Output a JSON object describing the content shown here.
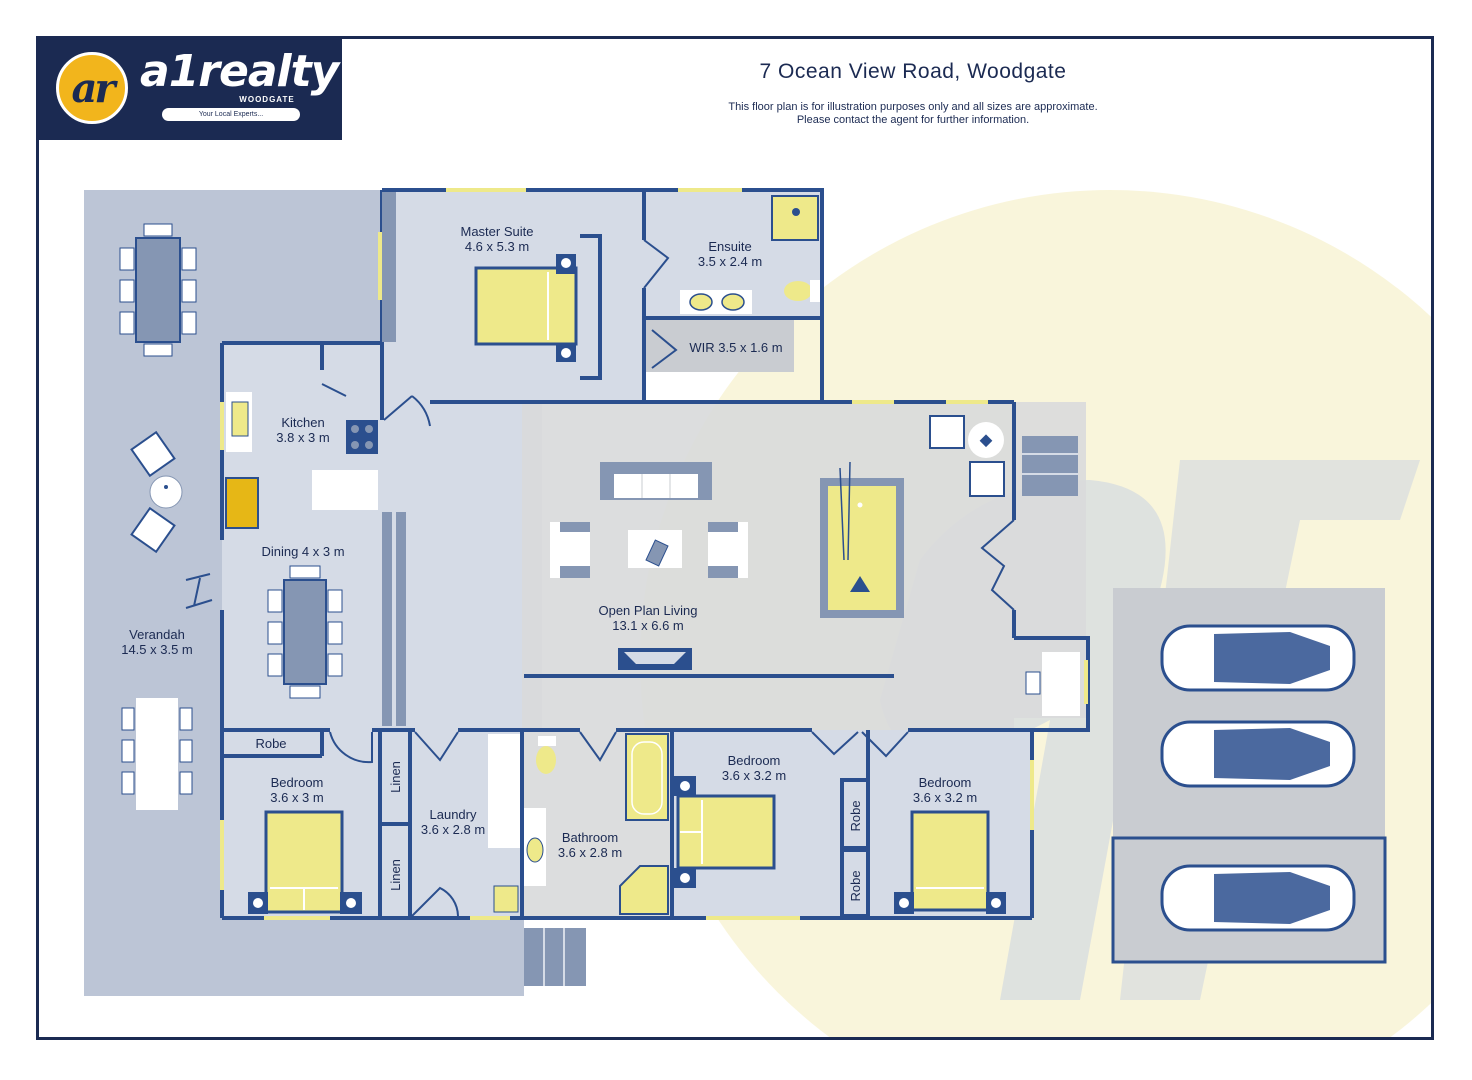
{
  "brand": {
    "logo_mark": "ar",
    "name": "a1realty",
    "location": "WOODGATE",
    "tagline": "Your Local Experts..."
  },
  "header": {
    "title": "7 Ocean View Road, Woodgate",
    "disclaimer_line1": "This floor plan is for illustration purposes only and all sizes are approximate.",
    "disclaimer_line2": "Please contact the agent for further information."
  },
  "rooms": {
    "master_suite": {
      "name": "Master Suite",
      "size": "4.6 x 5.3 m"
    },
    "ensuite": {
      "name": "Ensuite",
      "size": "3.5 x 2.4 m"
    },
    "wir": {
      "name": "WIR 3.5 x 1.6 m"
    },
    "kitchen": {
      "name": "Kitchen",
      "size": "3.8 x 3 m"
    },
    "dining": {
      "name": "Dining 4 x 3 m"
    },
    "verandah": {
      "name": "Verandah",
      "size": "14.5 x 3.5 m"
    },
    "open_plan": {
      "name": "Open Plan Living",
      "size": "13.1 x 6.6 m"
    },
    "robe_left": {
      "name": "Robe"
    },
    "bedroom_left": {
      "name": "Bedroom",
      "size": "3.6 x 3 m"
    },
    "linen_1": {
      "name": "Linen"
    },
    "linen_2": {
      "name": "Linen"
    },
    "laundry": {
      "name": "Laundry",
      "size": "3.6 x 2.8 m"
    },
    "bathroom": {
      "name": "Bathroom",
      "size": "3.6 x 2.8 m"
    },
    "bedroom_mid": {
      "name": "Bedroom",
      "size": "3.6 x 3.2 m"
    },
    "bedroom_right": {
      "name": "Bedroom",
      "size": "3.6 x 3.2 m"
    },
    "robe_r1": {
      "name": "Robe"
    },
    "robe_r2": {
      "name": "Robe"
    }
  },
  "colors": {
    "navy": "#1b2a52",
    "wall": "#2b4f8e",
    "floor_light": "#d5dbe6",
    "floor_grey": "#c9ccd1",
    "outdoor": "#bcc5d6",
    "yellow": "#eee98a",
    "gold": "#f2b51c"
  }
}
